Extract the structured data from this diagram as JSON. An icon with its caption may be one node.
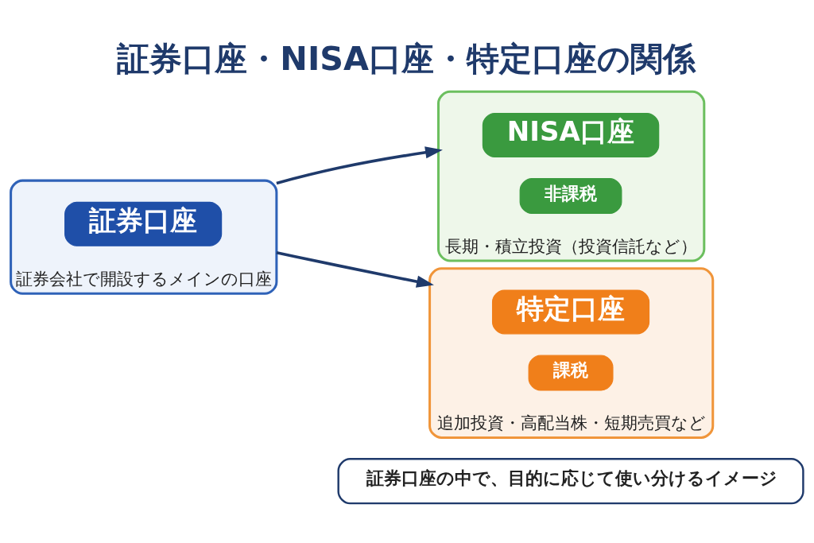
{
  "diagram": {
    "title": "証券口座・NISA口座・特定口座の関係",
    "nodes": [
      {
        "text": [
          "証券会社で開設するメインの口座"
        ]
      },
      {
        "text": [
          "証券口座"
        ],
        "in": 0
      },
      {
        "text": [
          "長期・積立投資（投資信託など）"
        ]
      },
      {
        "text": [
          "NISA口座"
        ],
        "in": 2
      },
      {
        "text": [
          "非課税"
        ],
        "in": 2
      },
      {
        "text": [
          "追加投資・高配当株・短期売買など"
        ]
      },
      {
        "text": [
          "特定口座"
        ],
        "in": 5
      },
      {
        "text": [
          "課税"
        ],
        "in": 5
      },
      {
        "text": [
          "証券口座の中で、目的に応じて使い分けるイメージ"
        ]
      }
    ],
    "edges": [
      {
        "from": 0,
        "to": 2,
        "arrow": "to"
      },
      {
        "from": 0,
        "to": 5,
        "arrow": "to"
      }
    ]
  }
}
